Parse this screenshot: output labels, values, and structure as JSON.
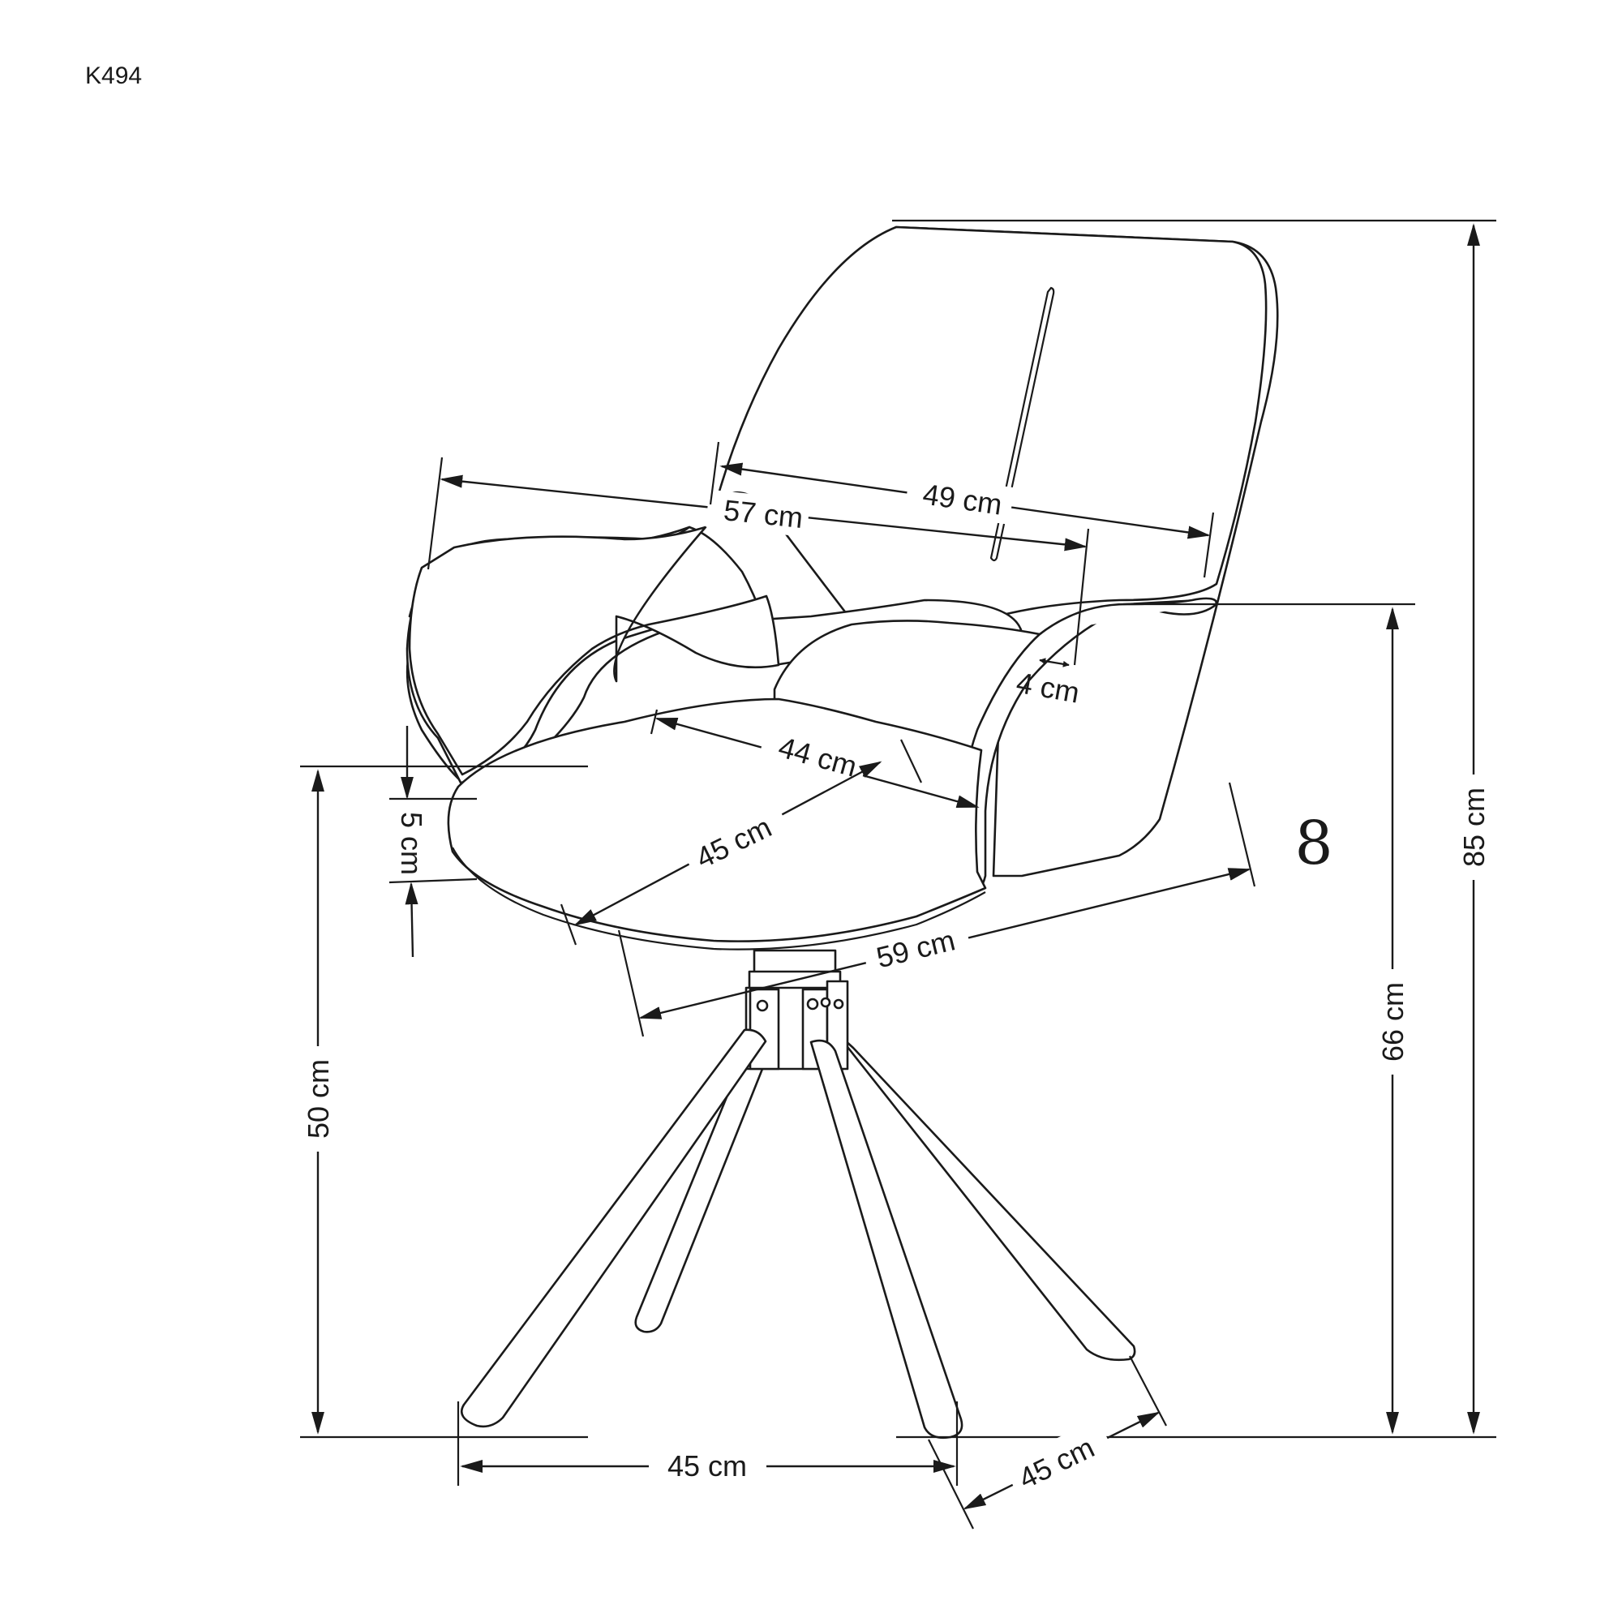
{
  "model_code": "K494",
  "care_symbol": "8",
  "dimensions": {
    "total_height": "85 cm",
    "armrest_height": "66 cm",
    "seat_height": "50 cm",
    "seat_thickness": "5 cm",
    "overall_width": "57 cm",
    "backrest_width": "49 cm",
    "armrest_thickness": "4 cm",
    "seat_width": "44 cm",
    "seat_depth": "45 cm",
    "overall_depth": "59 cm",
    "base_width": "45 cm",
    "base_depth": "45 cm"
  }
}
